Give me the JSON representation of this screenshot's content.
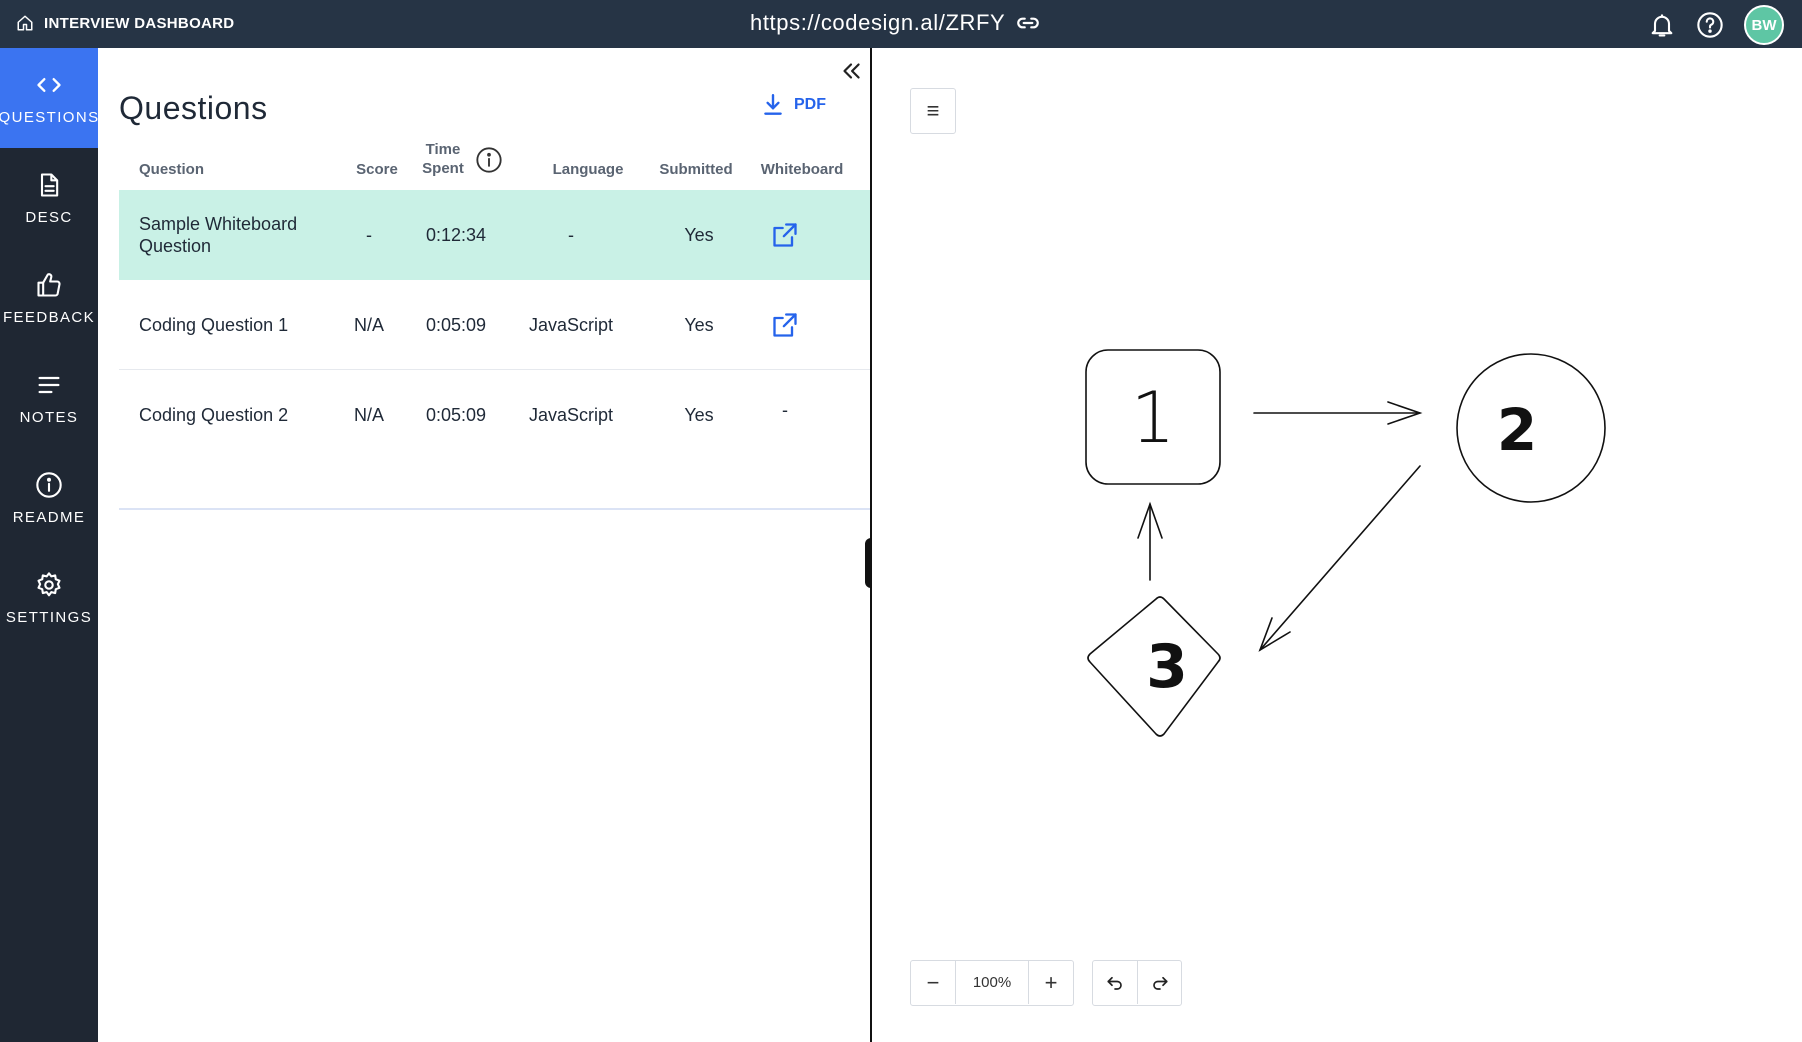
{
  "header": {
    "title": "INTERVIEW DASHBOARD",
    "url": "https://codesign.al/ZRFY",
    "avatar_initials": "BW"
  },
  "sidebar": {
    "items": [
      {
        "label": "QUESTIONS",
        "icon": "code-brackets-icon",
        "active": true
      },
      {
        "label": "DESC",
        "icon": "document-icon",
        "active": false
      },
      {
        "label": "FEEDBACK",
        "icon": "thumbs-up-icon",
        "active": false
      },
      {
        "label": "NOTES",
        "icon": "notes-lines-icon",
        "active": false
      },
      {
        "label": "README",
        "icon": "info-circle-icon",
        "active": false
      },
      {
        "label": "SETTINGS",
        "icon": "gear-icon",
        "active": false
      }
    ]
  },
  "questions_panel": {
    "title": "Questions",
    "pdf_label": "PDF",
    "columns": {
      "question": "Question",
      "score": "Score",
      "time_line1": "Time",
      "time_line2": "Spent",
      "language": "Language",
      "submitted": "Submitted",
      "whiteboard": "Whiteboard"
    },
    "rows": [
      {
        "question": "Sample Whiteboard Question",
        "score": "-",
        "time": "0:12:34",
        "language": "-",
        "submitted": "Yes",
        "whiteboard": "link",
        "highlighted": true
      },
      {
        "question": "Coding Question 1",
        "score": "N/A",
        "time": "0:05:09",
        "language": "JavaScript",
        "submitted": "Yes",
        "whiteboard": "link",
        "highlighted": false
      },
      {
        "question": "Coding Question 2",
        "score": "N/A",
        "time": "0:05:09",
        "language": "JavaScript",
        "submitted": "Yes",
        "whiteboard": "-",
        "highlighted": false
      }
    ]
  },
  "whiteboard": {
    "menu_glyph": "≡",
    "zoom_out": "−",
    "zoom_level": "100%",
    "zoom_in": "+",
    "shapes": {
      "square_label": "1",
      "circle_label": "2",
      "diamond_label": "3"
    }
  },
  "colors": {
    "topbar": "#263445",
    "sidebar": "#1f2733",
    "active": "#3b74f1",
    "row_highlight": "#c9f1e6",
    "link_blue": "#2563eb",
    "avatar": "#5ec6a4"
  }
}
